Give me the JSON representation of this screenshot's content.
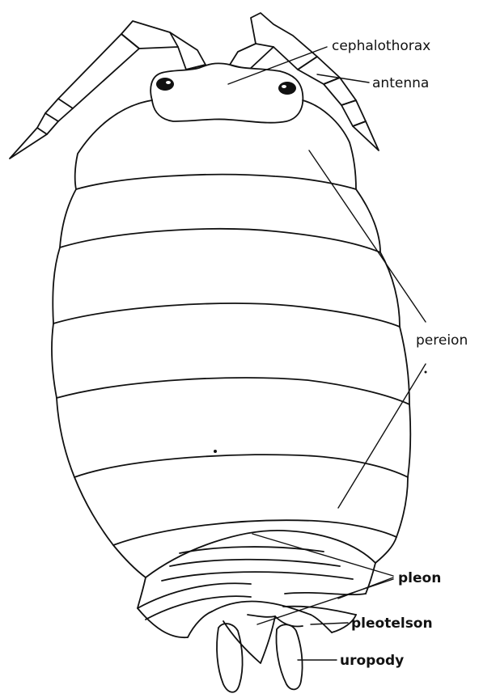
{
  "labels": {
    "cephalothorax": "cephalothorax",
    "antenna": "antenna",
    "pereion": "pereion",
    "pleon": "pleon",
    "pleotelson": "pleotelson",
    "uropody": "uropody"
  }
}
